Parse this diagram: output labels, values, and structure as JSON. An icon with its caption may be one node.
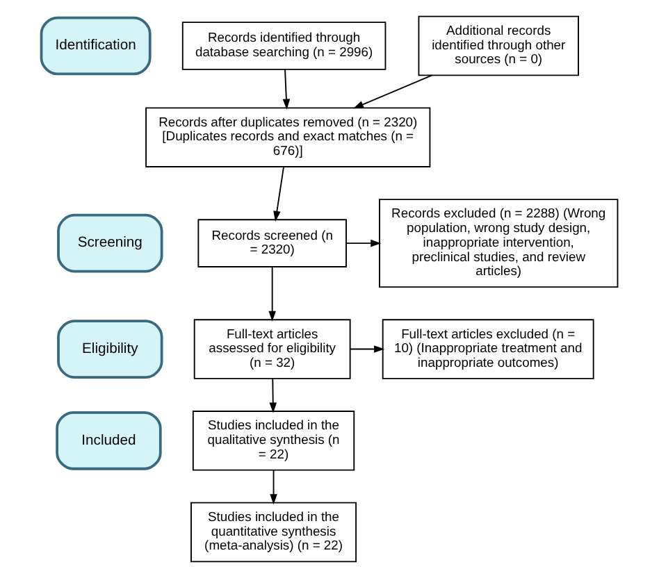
{
  "diagram": {
    "nodes": [
      {
        "text": [
          "Identification"
        ]
      },
      {
        "text": [
          "Records identified through database searching (n = 2996)"
        ]
      },
      {
        "text": [
          "Additional records identified through other sources (n = 0)"
        ]
      },
      {
        "text": [
          "Screening"
        ]
      },
      {
        "text": [
          "Records after duplicates removed (n = 2320) [Duplicates records and exact matches (n = 676)]"
        ]
      },
      {
        "text": [
          "Records screened (n = 2320)"
        ]
      },
      {
        "text": [
          "Records excluded (n = 2288) (Wrong population, wrong study design, inappropriate intervention, preclinical studies, and review articles)"
        ]
      },
      {
        "text": [
          "Eligibility"
        ]
      },
      {
        "text": [
          "Full-text articles assessed for eligibility (n = 32)"
        ]
      },
      {
        "text": [
          "Full-text articles excluded (n = 10) (Inappropriate treatment and inappropriate outcomes)"
        ]
      },
      {
        "text": [
          "Included"
        ]
      },
      {
        "text": [
          "Studies included in the qualitative synthesis (n = 22)"
        ]
      },
      {
        "text": [
          "Studies included in the quantitative synthesis (meta-analysis) (n = 22)"
        ]
      }
    ],
    "edges": [
      {
        "from": 1,
        "to": 4,
        "arrow": "to"
      },
      {
        "from": 2,
        "to": 4,
        "arrow": "to"
      },
      {
        "from": 4,
        "to": 5,
        "arrow": "to"
      },
      {
        "from": 5,
        "to": 6,
        "arrow": "to"
      },
      {
        "from": 5,
        "to": 8,
        "arrow": "to"
      },
      {
        "from": 8,
        "to": 9,
        "arrow": "to"
      },
      {
        "from": 8,
        "to": 11,
        "arrow": "to"
      },
      {
        "from": 11,
        "to": 12,
        "arrow": "to"
      }
    ]
  }
}
